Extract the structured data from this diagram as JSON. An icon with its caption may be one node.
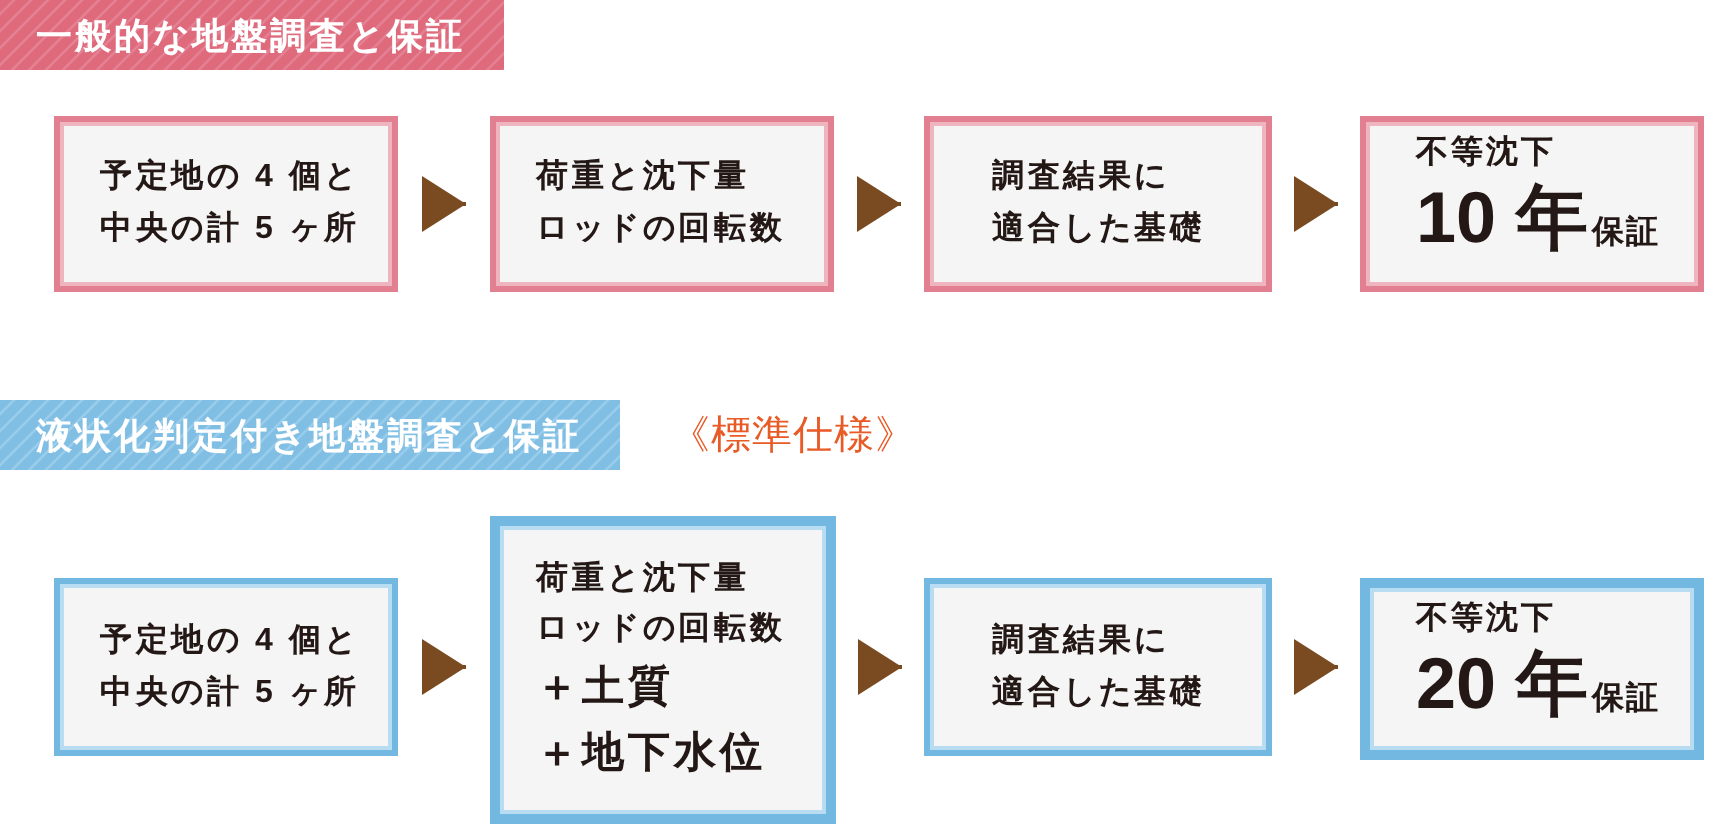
{
  "diagram": {
    "nodes": [
      {
        "text": [
          "一般的な地盤調査と保証"
        ]
      },
      {
        "text": [
          "予定地の 4 個と中央の計 5 ヶ所"
        ]
      },
      {
        "text": [
          "荷重と沈下量",
          "ロッドの回転数"
        ]
      },
      {
        "text": [
          "調査結果に適合した基礎"
        ]
      },
      {
        "text": [
          "不等沈下",
          "10 年",
          "保証"
        ]
      },
      {
        "text": [
          "液状化判定付き地盤調査と保証"
        ]
      },
      {
        "text": [
          "予定地の 4 個と中央の計 5 ヶ所"
        ]
      },
      {
        "text": [
          "荷重と沈下量",
          "ロッドの回転数",
          "＋土質",
          "＋地下水位"
        ]
      },
      {
        "text": [
          "調査結果に適合した基礎"
        ]
      },
      {
        "text": [
          "不等沈下",
          "20 年",
          "保証"
        ]
      }
    ],
    "edges": [
      {
        "from": 1,
        "to": 2,
        "arrow": "to"
      },
      {
        "from": 2,
        "to": 3,
        "arrow": "to"
      },
      {
        "from": 3,
        "to": 4,
        "arrow": "to"
      },
      {
        "from": 6,
        "to": 7,
        "arrow": "to"
      },
      {
        "from": 7,
        "to": 8,
        "arrow": "to"
      },
      {
        "from": 8,
        "to": 9,
        "arrow": "to"
      }
    ],
    "labels": [
      "《標準仕様》"
    ]
  }
}
